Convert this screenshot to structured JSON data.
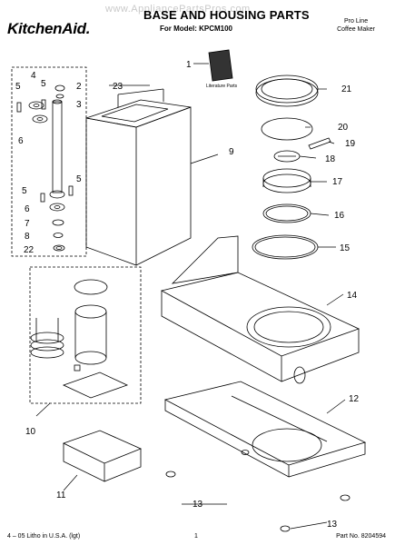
{
  "header": {
    "brand": "KitchenAid.",
    "watermark": "www.AppliancePartsPros.com",
    "title": "BASE AND HOUSING PARTS",
    "model_line": "For Model: KPCM100",
    "product_line1": "Pro Line",
    "product_line2": "Coffee Maker"
  },
  "callouts": {
    "c1": "1",
    "c2": "2",
    "c3": "3",
    "c4": "4",
    "c5a": "5",
    "c5b": "5",
    "c5c": "5",
    "c5d": "5",
    "c6a": "6",
    "c6b": "6",
    "c7": "7",
    "c8": "8",
    "c9": "9",
    "c10": "10",
    "c11": "11",
    "c12": "12",
    "c13a": "13",
    "c13b": "13",
    "c14": "14",
    "c15": "15",
    "c16": "16",
    "c17": "17",
    "c18": "18",
    "c19": "19",
    "c20": "20",
    "c21": "21",
    "c22": "22",
    "c23": "23"
  },
  "literature_label": "Literature Parts",
  "footer": {
    "left": "4 – 05 Litho in U.S.A. (lgt)",
    "page": "1",
    "part_no": "Part No. 8204594"
  }
}
